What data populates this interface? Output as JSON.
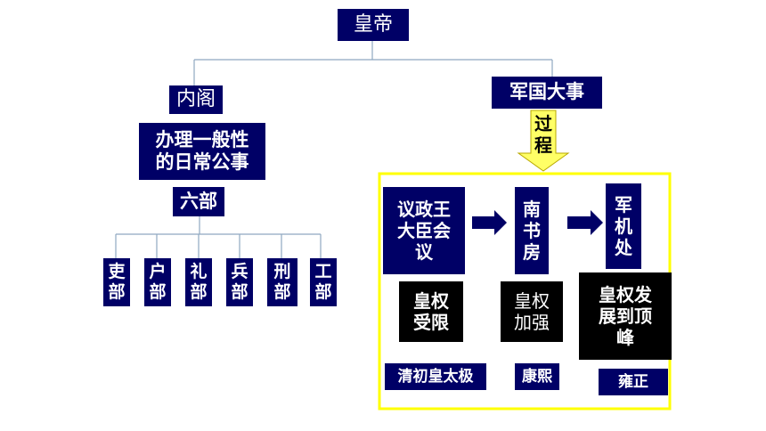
{
  "colors": {
    "navy": "#000066",
    "black": "#000000",
    "line": "#8fa8c0",
    "frame": "#ffff00",
    "arrow_fill": "#ffff66",
    "arrow_border": "#b8a800"
  },
  "nodes": {
    "emperor": "皇帝",
    "cabinet": "内阁",
    "cabinet_duty": "办理一般性\n的日常公事",
    "six_ministries": "六部",
    "ministries": [
      "吏\n部",
      "户\n部",
      "礼\n部",
      "兵\n部",
      "刑\n部",
      "工\n部"
    ],
    "military_affairs": "军国大事"
  },
  "process_arrow": "过\n程",
  "evolution": {
    "stages": [
      "议政王\n大臣会\n议",
      "南\n书\n房",
      "军\n机\n处"
    ],
    "power_notes": [
      "皇权\n受限",
      "皇权\n加强",
      "皇权发\n展到顶\n峰"
    ],
    "periods": [
      "清初皇太极",
      "康熙",
      "雍正"
    ]
  }
}
